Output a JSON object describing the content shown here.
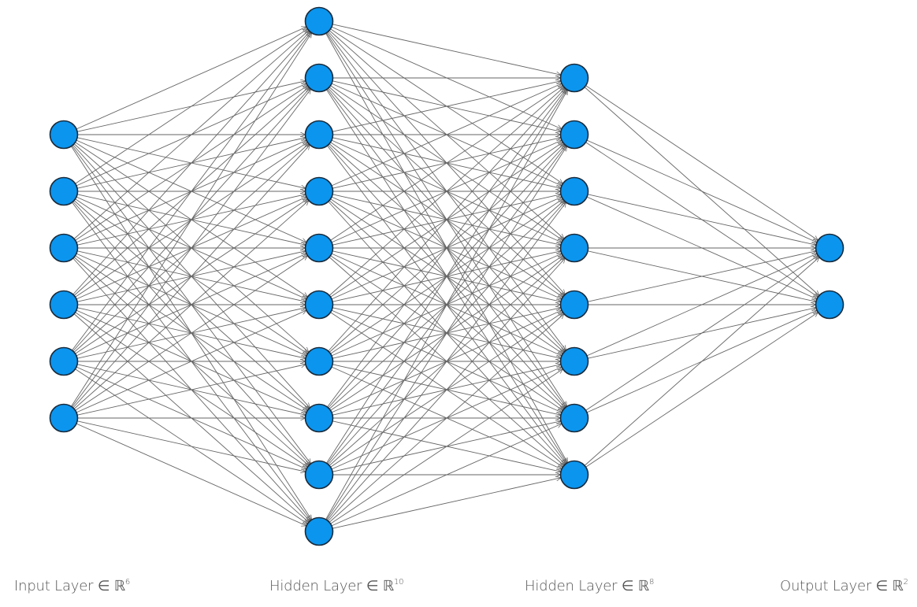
{
  "diagram": {
    "type": "feedforward-neural-network",
    "layers": [
      {
        "label": "Input Layer ∈ ℝ",
        "dimension": "6",
        "neurons": 6
      },
      {
        "label": "Hidden Layer ∈ ℝ",
        "dimension": "10",
        "neurons": 10
      },
      {
        "label": "Hidden Layer ∈ ℝ",
        "dimension": "8",
        "neurons": 8
      },
      {
        "label": "Output Layer ∈ ℝ",
        "dimension": "2",
        "neurons": 2
      }
    ],
    "connectivity": "fully-connected",
    "arrows": true,
    "colors": {
      "neuron_fill": "#0b95ee",
      "neuron_stroke": "#1a2a3a",
      "edge": "#666666"
    }
  }
}
